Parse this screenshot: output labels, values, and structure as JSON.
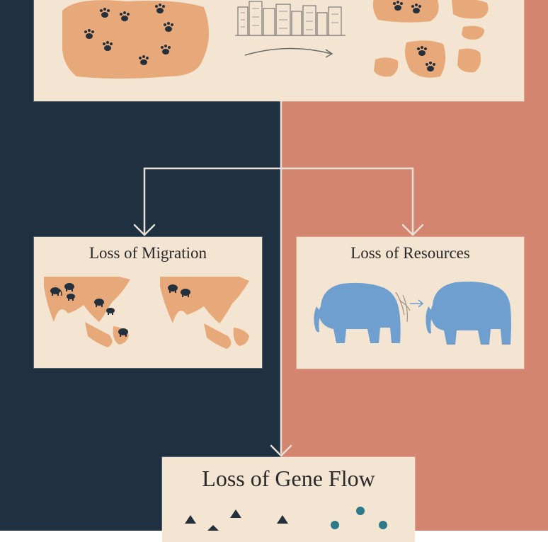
{
  "diagram": {
    "boxes": [
      {
        "id": "habitat",
        "title": ""
      },
      {
        "id": "migration",
        "title": "Loss of Migration"
      },
      {
        "id": "resources",
        "title": "Loss of Resources"
      },
      {
        "id": "geneflow",
        "title": "Loss of Gene Flow"
      }
    ],
    "colors": {
      "background_left": "#1f3040",
      "background_right": "#d4856f",
      "card": "#f3e5d1",
      "habitat_patch": "#e8a97a",
      "paw": "#24303b",
      "elephant": "#6f9fcf",
      "connector": "#e8e0d6"
    },
    "icons": [
      "paw-print-icon",
      "city-buildings-icon",
      "curved-arrow-icon",
      "elephant-icon",
      "triangle-marker-icon",
      "circle-marker-icon"
    ]
  }
}
